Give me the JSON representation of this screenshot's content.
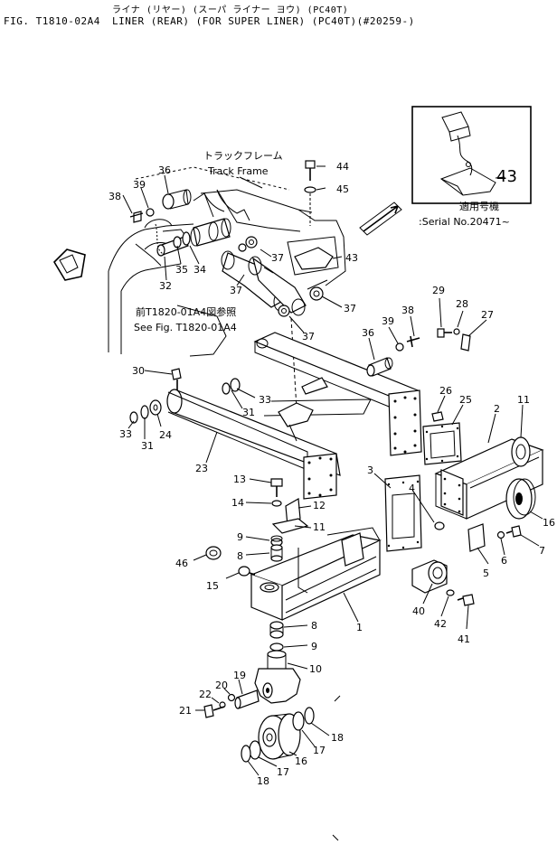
{
  "header": {
    "jp_title": "ライナ (リヤー) (スーパ ライナー ヨウ) (PC40T)",
    "fig_id": "FIG. T1810-02A4",
    "title": "LINER (REAR) (FOR SUPER LINER) (PC40T)(#20259-)"
  },
  "labels": {
    "track_frame_jp": "トラックフレーム",
    "track_frame_en": "Track Frame",
    "see_fig_jp": "前T1820-01A4図参照",
    "see_fig_en": "See Fig. T1820-01A4",
    "serial_jp": "適用号機",
    "serial_en": ":Serial No.20471~",
    "inset_part": "43"
  },
  "callouts": [
    {
      "id": "c36a",
      "text": "36"
    },
    {
      "id": "c39a",
      "text": "39"
    },
    {
      "id": "c38a",
      "text": "38"
    },
    {
      "id": "c44",
      "text": "44"
    },
    {
      "id": "c45",
      "text": "45"
    },
    {
      "id": "c43",
      "text": "43"
    },
    {
      "id": "c37a",
      "text": "37"
    },
    {
      "id": "c37b",
      "text": "37"
    },
    {
      "id": "c37c",
      "text": "37"
    },
    {
      "id": "c37d",
      "text": "37"
    },
    {
      "id": "c35",
      "text": "35"
    },
    {
      "id": "c34",
      "text": "34"
    },
    {
      "id": "c32",
      "text": "32"
    },
    {
      "id": "c29",
      "text": "29"
    },
    {
      "id": "c28",
      "text": "28"
    },
    {
      "id": "c27",
      "text": "27"
    },
    {
      "id": "c39b",
      "text": "39"
    },
    {
      "id": "c38b",
      "text": "38"
    },
    {
      "id": "c36b",
      "text": "36"
    },
    {
      "id": "c30",
      "text": "30"
    },
    {
      "id": "c33a",
      "text": "33"
    },
    {
      "id": "c31a",
      "text": "31"
    },
    {
      "id": "c26",
      "text": "26"
    },
    {
      "id": "c25",
      "text": "25"
    },
    {
      "id": "c11a",
      "text": "11"
    },
    {
      "id": "c2",
      "text": "2"
    },
    {
      "id": "c33b",
      "text": "33"
    },
    {
      "id": "c31b",
      "text": "31"
    },
    {
      "id": "c24",
      "text": "24"
    },
    {
      "id": "c23",
      "text": "23"
    },
    {
      "id": "c13",
      "text": "13"
    },
    {
      "id": "c3",
      "text": "3"
    },
    {
      "id": "c14",
      "text": "14"
    },
    {
      "id": "c12",
      "text": "12"
    },
    {
      "id": "c4",
      "text": "4"
    },
    {
      "id": "c16",
      "text": "16"
    },
    {
      "id": "c11b",
      "text": "11"
    },
    {
      "id": "c9a",
      "text": "9"
    },
    {
      "id": "c8a",
      "text": "8"
    },
    {
      "id": "c7",
      "text": "7"
    },
    {
      "id": "c46",
      "text": "46"
    },
    {
      "id": "c6",
      "text": "6"
    },
    {
      "id": "c5",
      "text": "5"
    },
    {
      "id": "c15",
      "text": "15"
    },
    {
      "id": "c40",
      "text": "40"
    },
    {
      "id": "c42",
      "text": "42"
    },
    {
      "id": "c1",
      "text": "1"
    },
    {
      "id": "c41",
      "text": "41"
    },
    {
      "id": "c8b",
      "text": "8"
    },
    {
      "id": "c9b",
      "text": "9"
    },
    {
      "id": "c10",
      "text": "10"
    },
    {
      "id": "c19",
      "text": "19"
    },
    {
      "id": "c20",
      "text": "20"
    },
    {
      "id": "c22",
      "text": "22"
    },
    {
      "id": "c21",
      "text": "21"
    },
    {
      "id": "c18a",
      "text": "18"
    },
    {
      "id": "c17a",
      "text": "17"
    },
    {
      "id": "c16b",
      "text": "16"
    },
    {
      "id": "c17b",
      "text": "17"
    },
    {
      "id": "c18b",
      "text": "18"
    }
  ]
}
